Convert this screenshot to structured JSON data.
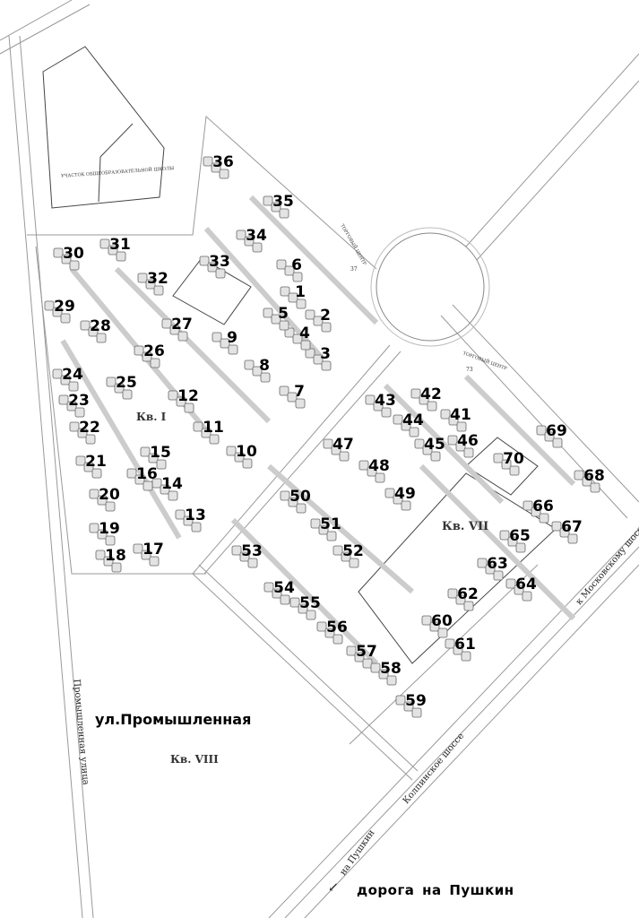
{
  "map": {
    "buildings": [
      "1",
      "2",
      "3",
      "4",
      "5",
      "6",
      "7",
      "8",
      "9",
      "10",
      "11",
      "12",
      "13",
      "14",
      "15",
      "16",
      "17",
      "18",
      "19",
      "20",
      "21",
      "22",
      "23",
      "24",
      "25",
      "26",
      "27",
      "28",
      "29",
      "30",
      "31",
      "32",
      "33",
      "34",
      "35",
      "36",
      "41",
      "42",
      "43",
      "44",
      "45",
      "46",
      "47",
      "48",
      "49",
      "50",
      "51",
      "52",
      "53",
      "54",
      "55",
      "56",
      "57",
      "58",
      "59",
      "60",
      "61",
      "62",
      "63",
      "64",
      "65",
      "66",
      "67",
      "68",
      "69",
      "70"
    ],
    "quarters": {
      "kv1": "Кв. I",
      "kv7": "Кв. VII",
      "kv8": "Кв. VIII"
    },
    "streets": {
      "promyshlennaya_big": "ул.Промышленная",
      "promyshlennaya_small": "Промышленная улица",
      "kolpinskoe": "Колпинское шоссе",
      "to_moscow": "к Московскому шоссе",
      "to_pushkin": "на Пушкин",
      "road_to_pushkin": "дорога  на  Пушкин"
    },
    "sites": {
      "school_top": "УЧАСТОК ОБЩЕОБРАЗОВАТЕЛЬНОЙ ШКОЛЫ",
      "shopping_37_label": "ТОРГОВЫЙ ЦЕНТР",
      "shopping_37_num": "37",
      "shopping_73_label": "ТОРГОВЫЙ ЦЕНТР",
      "shopping_73_num": "73"
    },
    "colors": {
      "road": "#bdbdbd",
      "outline": "#555555",
      "building": "#d9d9d9"
    }
  }
}
